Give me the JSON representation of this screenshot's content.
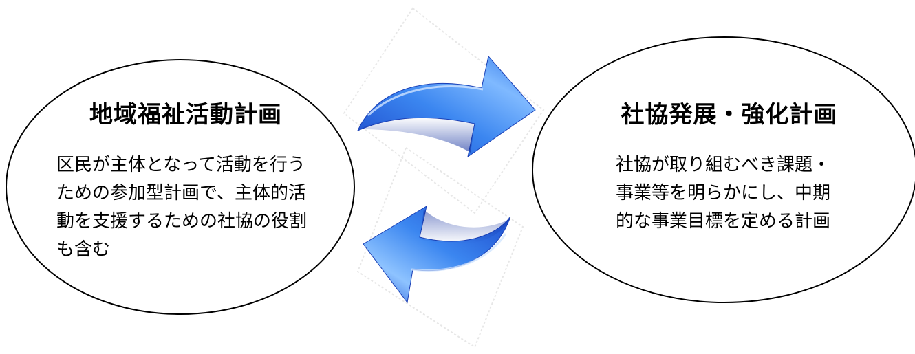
{
  "left_plan": {
    "title": "地域福祉活動計画",
    "lines": [
      "区民が主体となって活動を行う",
      "ための参加型計画で、主体的活",
      "動を支援するための社協の役割",
      "も含む"
    ]
  },
  "right_plan": {
    "title": "社協発展・強化計画",
    "lines": [
      "社協が取り組むべき課題・",
      "事業等を明らかにし、中期",
      "的な事業目標を定める計画"
    ]
  },
  "colors": {
    "arrow_light": "#8ec3ff",
    "arrow_mid": "#2f74e6",
    "arrow_dark": "#0b2a9c",
    "outline": "#000000"
  },
  "icons": {
    "top_arrow": "curved-arrow-right-icon",
    "bottom_arrow": "curved-arrow-left-icon"
  }
}
